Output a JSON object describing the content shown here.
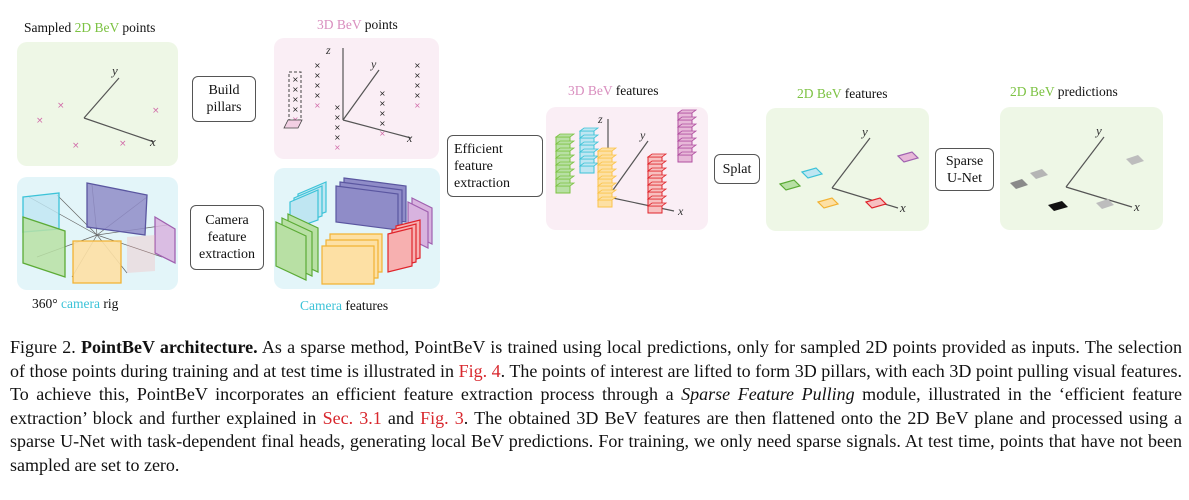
{
  "labels": {
    "sampled_prefix": "Sampled",
    "sampled_colored": "2D BeV",
    "sampled_suffix": "points",
    "bev3d_colored": "3D BeV",
    "bev3d_suffix": "points",
    "camrig_prefix": "360°",
    "camrig_colored": "camera",
    "camrig_suffix": "rig",
    "camfeat_colored": "Camera",
    "camfeat_suffix": "features",
    "feat3d_colored": "3D BeV",
    "feat3d_suffix": "features",
    "feat2d_colored": "2D BeV",
    "feat2d_suffix": "features",
    "pred2d_colored": "2D BeV",
    "pred2d_suffix": "predictions"
  },
  "boxes": {
    "build_line1": "Build",
    "build_line2": "pillars",
    "camera_line1": "Camera",
    "camera_line2": "feature",
    "camera_line3": "extraction",
    "efficient_line1": "Efficient",
    "efficient_line2": "feature",
    "efficient_line3": "extraction",
    "splat": "Splat",
    "unet_line1": "Sparse",
    "unet_line2": "U-Net"
  },
  "axes": {
    "x": "x",
    "y": "y",
    "z": "z"
  },
  "caption": {
    "label": "Figure 2.",
    "title": "PointBeV architecture.",
    "t1": "As a sparse method, PointBeV is trained using local predictions, only for sampled 2D points provided as inputs. The selection of those points during training and at test time is illustrated in",
    "ref1": "Fig. 4",
    "t2": ". The points of interest are lifted to form 3D pillars, with each 3D point pulling visual features. To achieve this, PointBeV incorporates an efficient feature extraction process through a",
    "module": "Sparse Feature Pulling",
    "t3": "module, illustrated in the ‘efficient feature extraction’ block and further explained in",
    "ref2": "Sec. 3.1",
    "t4": "and",
    "ref3": "Fig. 3",
    "t5": ". The obtained 3D BeV features are then flattened onto the 2D BeV plane and processed using a sparse U-Net with task-dependent final heads, generating local BeV predictions. For training, we only need sparse signals. At test time, points that have not been sampled are set to zero."
  },
  "colors": {
    "green_bg": "#eef7e6",
    "pink_bg": "#faeef5",
    "cyan_bg": "#e3f5f9",
    "green": "#7cc242",
    "pink": "#d98fbf",
    "cyan": "#3cc3d8",
    "yellow": "#fbc34a",
    "red": "#e0242b",
    "purple": "#6e6ab0",
    "magenta": "#b04fa0",
    "ref_red": "#d8272d"
  }
}
